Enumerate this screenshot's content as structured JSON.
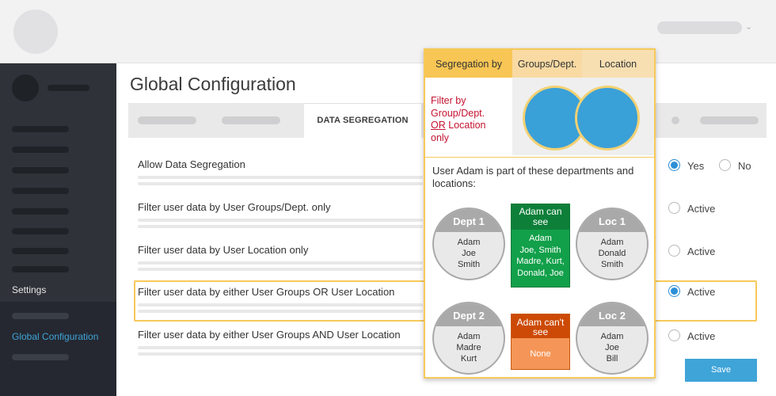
{
  "header": {
    "logo": "app-logo-placeholder",
    "user_menu_chevron": "⌄"
  },
  "sidebar": {
    "settings_label": "Settings",
    "active_item_label": "Global Configuration"
  },
  "main": {
    "title": "Global Configuration",
    "active_tab": "DATA SEGREGATION",
    "options": [
      {
        "label": "Allow Data Segregation",
        "choices": [
          "Yes",
          "No"
        ],
        "selected": "Yes"
      },
      {
        "label": "Filter user data by User Groups/Dept. only",
        "choice": "Active",
        "selected": false
      },
      {
        "label": "Filter user data by User Location only",
        "choice": "Active",
        "selected": false
      },
      {
        "label": "Filter user data by either User Groups OR User Location",
        "choice": "Active",
        "selected": true
      },
      {
        "label": "Filter user data by either User Groups AND User Location",
        "choice": "Active",
        "selected": false
      }
    ],
    "save_label": "Save"
  },
  "popup": {
    "headers": [
      "Segregation by",
      "Groups/Dept.",
      "Location"
    ],
    "filter_text_1": "Filter by Group/Dept.",
    "filter_text_or": "OR",
    "filter_text_2": "Location only",
    "description": "User Adam is part of these departments and locations:",
    "dept1": {
      "title": "Dept 1",
      "members": [
        "Adam",
        "Joe",
        "Smith"
      ]
    },
    "dept2": {
      "title": "Dept 2",
      "members": [
        "Adam",
        "Madre",
        "Kurt"
      ]
    },
    "loc1": {
      "title": "Loc 1",
      "members": [
        "Adam",
        "Donald",
        "Smith"
      ]
    },
    "loc2": {
      "title": "Loc 2",
      "members": [
        "Adam",
        "Joe",
        "Bill"
      ]
    },
    "can_see": {
      "title": "Adam can see",
      "members": [
        "Adam",
        "Joe, Smith",
        "Madre, Kurt,",
        "Donald, Joe"
      ]
    },
    "cant_see": {
      "title": "Adam can't see",
      "value": "None"
    }
  },
  "colors": {
    "accent_blue": "#3fa4d8",
    "highlight_yellow": "#f6c95a",
    "venn_blue": "#3aa0d8",
    "can_green": "#12a04a",
    "cant_orange": "#f59658",
    "filter_red": "#c4122f"
  }
}
